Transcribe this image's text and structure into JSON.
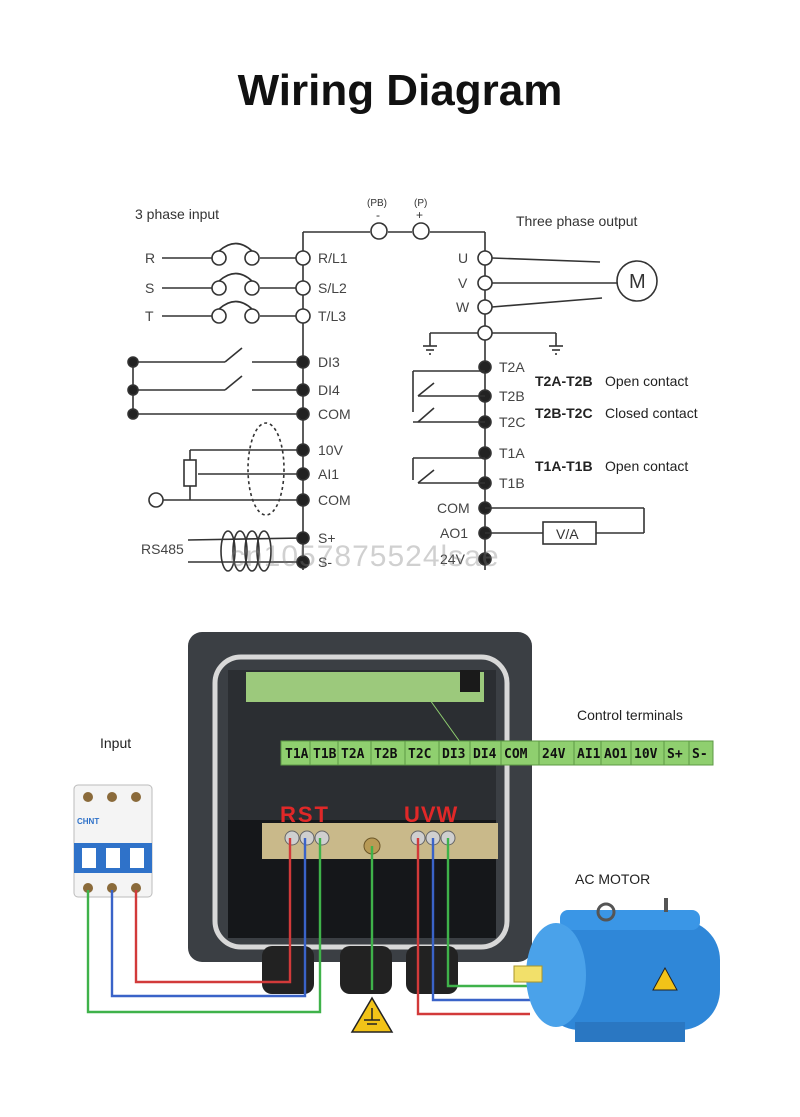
{
  "title": "Wiring Diagram",
  "watermark": "cn1057875524lsae",
  "schematic": {
    "input_label": "3 phase input",
    "output_label": "Three phase output",
    "pb_label": "(PB)",
    "p_label": "(P)",
    "minus": "-",
    "plus": "+",
    "phase_labels": [
      "R",
      "S",
      "T"
    ],
    "left_terminals": [
      "R/L1",
      "S/L2",
      "T/L3",
      "DI3",
      "DI4",
      "COM",
      "10V",
      "AI1",
      "COM",
      "S+",
      "S-"
    ],
    "right_terminals": [
      "U",
      "V",
      "W",
      "T2A",
      "T2B",
      "T2C",
      "T1A",
      "T1B",
      "COM",
      "AO1",
      "24V"
    ],
    "motor_symbol": "M",
    "rs485_label": "RS485",
    "va_label": "V/A",
    "contacts": [
      {
        "pair": "T2A-T2B",
        "desc": "Open contact"
      },
      {
        "pair": "T2B-T2C",
        "desc": "Closed contact"
      },
      {
        "pair": "T1A-T1B",
        "desc": "Open contact"
      }
    ]
  },
  "photo": {
    "control_terminals_label": "Control terminals",
    "input_label": "Input",
    "motor_label": "AC MOTOR",
    "strip": [
      "T1A",
      "T1B",
      "T2A",
      "T2B",
      "T2C",
      "DI3",
      "DI4",
      "COM",
      "24V",
      "AI1",
      "AO1",
      "10V",
      "S+",
      "S-"
    ],
    "rst_label": "RST",
    "uvw_label": "UVW",
    "breaker_brand": "CHNT"
  },
  "colors": {
    "strip_green": "#8fcf6f",
    "wire_red": "#d23a3a",
    "wire_blue": "#3a63c8",
    "wire_green": "#3fb24a",
    "motor_blue": "#2f87d8",
    "enclosure": "#3b3f44"
  }
}
